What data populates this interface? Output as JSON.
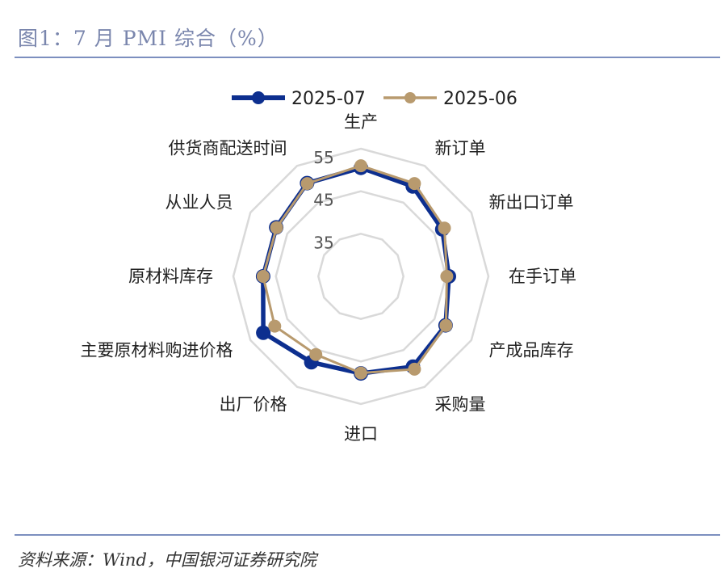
{
  "header": {
    "title": "图1：7 月 PMI 综合（%）"
  },
  "footer": {
    "source": "资料来源：Wind，中国银河证券研究院"
  },
  "colors": {
    "rule": "#7c8fbf",
    "series1": "#0d2f8f",
    "series2": "#b89a6e",
    "grid": "#d9d9d9"
  },
  "chart_data": {
    "type": "radar",
    "categories": [
      "生产",
      "新订单",
      "新出口订单",
      "在手订单",
      "产成品库存",
      "采购量",
      "进口",
      "出厂价格",
      "主要原材料购进价格",
      "原材料库存",
      "从业人员",
      "供货商配送时间"
    ],
    "radial_ticks": [
      35,
      45,
      55
    ],
    "rmin": 25,
    "rmax": 55,
    "legend_position": "top",
    "series": [
      {
        "name": "2025-07",
        "values": [
          50.5,
          49.4,
          47.1,
          45.7,
          48.0,
          49.5,
          47.8,
          48.3,
          51.5,
          48.0,
          48.0,
          50.3
        ]
      },
      {
        "name": "2025-06",
        "values": [
          51.0,
          50.2,
          47.7,
          45.2,
          48.1,
          50.2,
          47.7,
          46.2,
          48.4,
          48.0,
          47.9,
          50.2
        ]
      }
    ]
  }
}
